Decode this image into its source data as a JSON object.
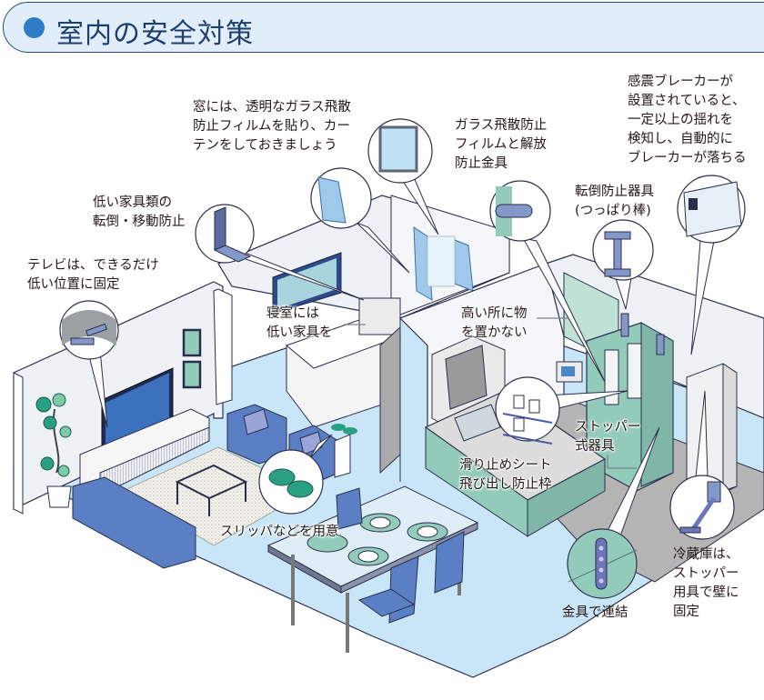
{
  "header": {
    "title": "室内の安全対策",
    "bullet_icon": "filled-circle",
    "accent_color": "#2f7cc6",
    "background_color": "#e1eef9",
    "title_color": "#1d3f6e"
  },
  "callouts": [
    {
      "id": "window-film",
      "text": "窓には、透明なガラス飛散\n防止フィルムを貼り、カー\nテンをしておきましょう",
      "illustration": "window-and-curtain"
    },
    {
      "id": "glass-film-latch",
      "text": "ガラス飛散防止\nフィルムと解放\n防止金具",
      "illustration": "cabinet-latch"
    },
    {
      "id": "seismic-breaker",
      "text": "感震ブレーカーが\n設置されていると、\n一定以上の揺れを\n検知し、自動的に\nブレーカーが落ちる",
      "illustration": "breaker-panel"
    },
    {
      "id": "tension-rod",
      "text": "転倒防止器具\n(つっぱり棒)",
      "illustration": "tension-rod"
    },
    {
      "id": "low-furniture",
      "text": "低い家具類の\n転倒・移動防止",
      "illustration": "l-bracket"
    },
    {
      "id": "tv-fix",
      "text": "テレビは、できるだけ\n低い位置に固定",
      "illustration": "tv-strap"
    },
    {
      "id": "bedroom-low",
      "text": "寝室には\n低い家具を",
      "illustration": "none"
    },
    {
      "id": "high-places",
      "text": "高い所に物\nを置かない",
      "illustration": "none"
    },
    {
      "id": "stopper",
      "text": "ストッパー\n式器具",
      "illustration": "none"
    },
    {
      "id": "anti-slip",
      "text": "滑り止めシート\n飛び出し防止枠",
      "illustration": "shelf-dishes"
    },
    {
      "id": "slippers",
      "text": "スリッパなどを用意",
      "illustration": "slippers"
    },
    {
      "id": "metal-connect",
      "text": "金具で連結",
      "illustration": "connecting-plate"
    },
    {
      "id": "fridge",
      "text": "冷蔵庫は、\nストッパー\n用具で壁に\n固定",
      "illustration": "fridge-stopper"
    }
  ],
  "colors": {
    "floor": "#c9e6f8",
    "wall": "#eef2f7",
    "outline": "#2b2e4a",
    "furniture_blue": "#5b7fc4",
    "kitchen_green": "#93cbbb",
    "plant_green": "#2aa083",
    "gray_floor": "#b4b4b4"
  }
}
